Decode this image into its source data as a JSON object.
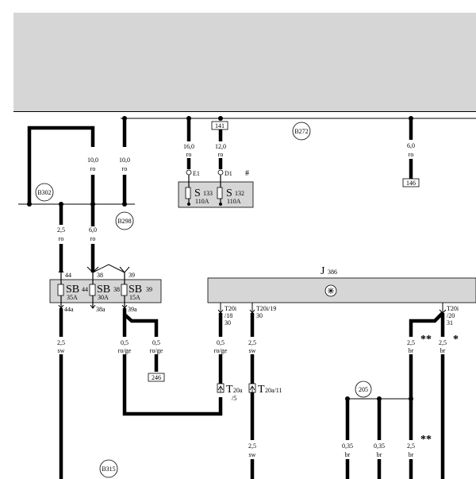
{
  "header_area": {
    "color": "#d6d6d6"
  },
  "bus": {
    "ref": "B272"
  },
  "refs": {
    "b302": "B302",
    "b298": "B298",
    "b315": "B315",
    "r205": "205"
  },
  "connector_boxes": {
    "c141": "141",
    "c146": "146",
    "c246": "246"
  },
  "wires": {
    "w1_size": "10,0",
    "w1_color": "ro",
    "w2_size": "10,0",
    "w2_color": "ro",
    "w3_size": "16,0",
    "w3_color": "ro",
    "w4_size": "12,0",
    "w4_color": "ro",
    "w5_size": "6,0",
    "w5_color": "ro",
    "w6_size": "2,5",
    "w6_color": "ro",
    "w7_size": "6,0",
    "w7_color": "ro",
    "w8_size": "2,5",
    "w8_color": "sw",
    "w9_size": "0,5",
    "w9_color": "ro/ge",
    "w10_size": "0,5",
    "w10_color": "ro/ge",
    "w11_size": "0,5",
    "w11_color": "ro/ge",
    "w12_size": "2,5",
    "w12_color": "sw",
    "w13_size": "2,5",
    "w13_color": "br",
    "w14_size": "2,5",
    "w14_color": "br",
    "w15_size": "2,5",
    "w15_color": "sw",
    "w16_size": "0,35",
    "w16_color": "br",
    "w17_size": "0,35",
    "w17_color": "br",
    "w18_size": "2,5",
    "w18_color": "br"
  },
  "fuse_box_s": {
    "pin_e1": "E1",
    "pin_d1": "D1",
    "mark": "#",
    "fuse1_name": "S",
    "fuse1_num": "133",
    "fuse1_amp": "110A",
    "fuse2_name": "S",
    "fuse2_num": "132",
    "fuse2_amp": "110A"
  },
  "fuse_box_sb": {
    "pin_44": "44",
    "pin_38": "38",
    "pin_39": "39",
    "fuse1_name": "SB",
    "fuse1_num": "44",
    "fuse1_amp": "35A",
    "fuse2_name": "SB",
    "fuse2_num": "38",
    "fuse2_amp": "30A",
    "fuse3_name": "SB",
    "fuse3_num": "39",
    "fuse3_amp": "15A",
    "out_44a": "44a",
    "out_38a": "38a",
    "out_39a": "39a"
  },
  "module": {
    "name": "J",
    "num": "386",
    "conn1_a": "T20i",
    "conn1_b": "/18",
    "conn1_c": "30",
    "conn2_a": "T20i/19",
    "conn2_b": "30",
    "conn3_a": "T20i",
    "conn3_b": "/20",
    "conn3_c": "31"
  },
  "connectors": {
    "t20a5_main": "T",
    "t20a5_sub": "20a",
    "t20a5_pin": "/5",
    "t20a11_main": "T",
    "t20a11_sub": "20a/11"
  },
  "marks": {
    "double_star_1": "**",
    "single_star": "*",
    "double_star_2": "**"
  }
}
